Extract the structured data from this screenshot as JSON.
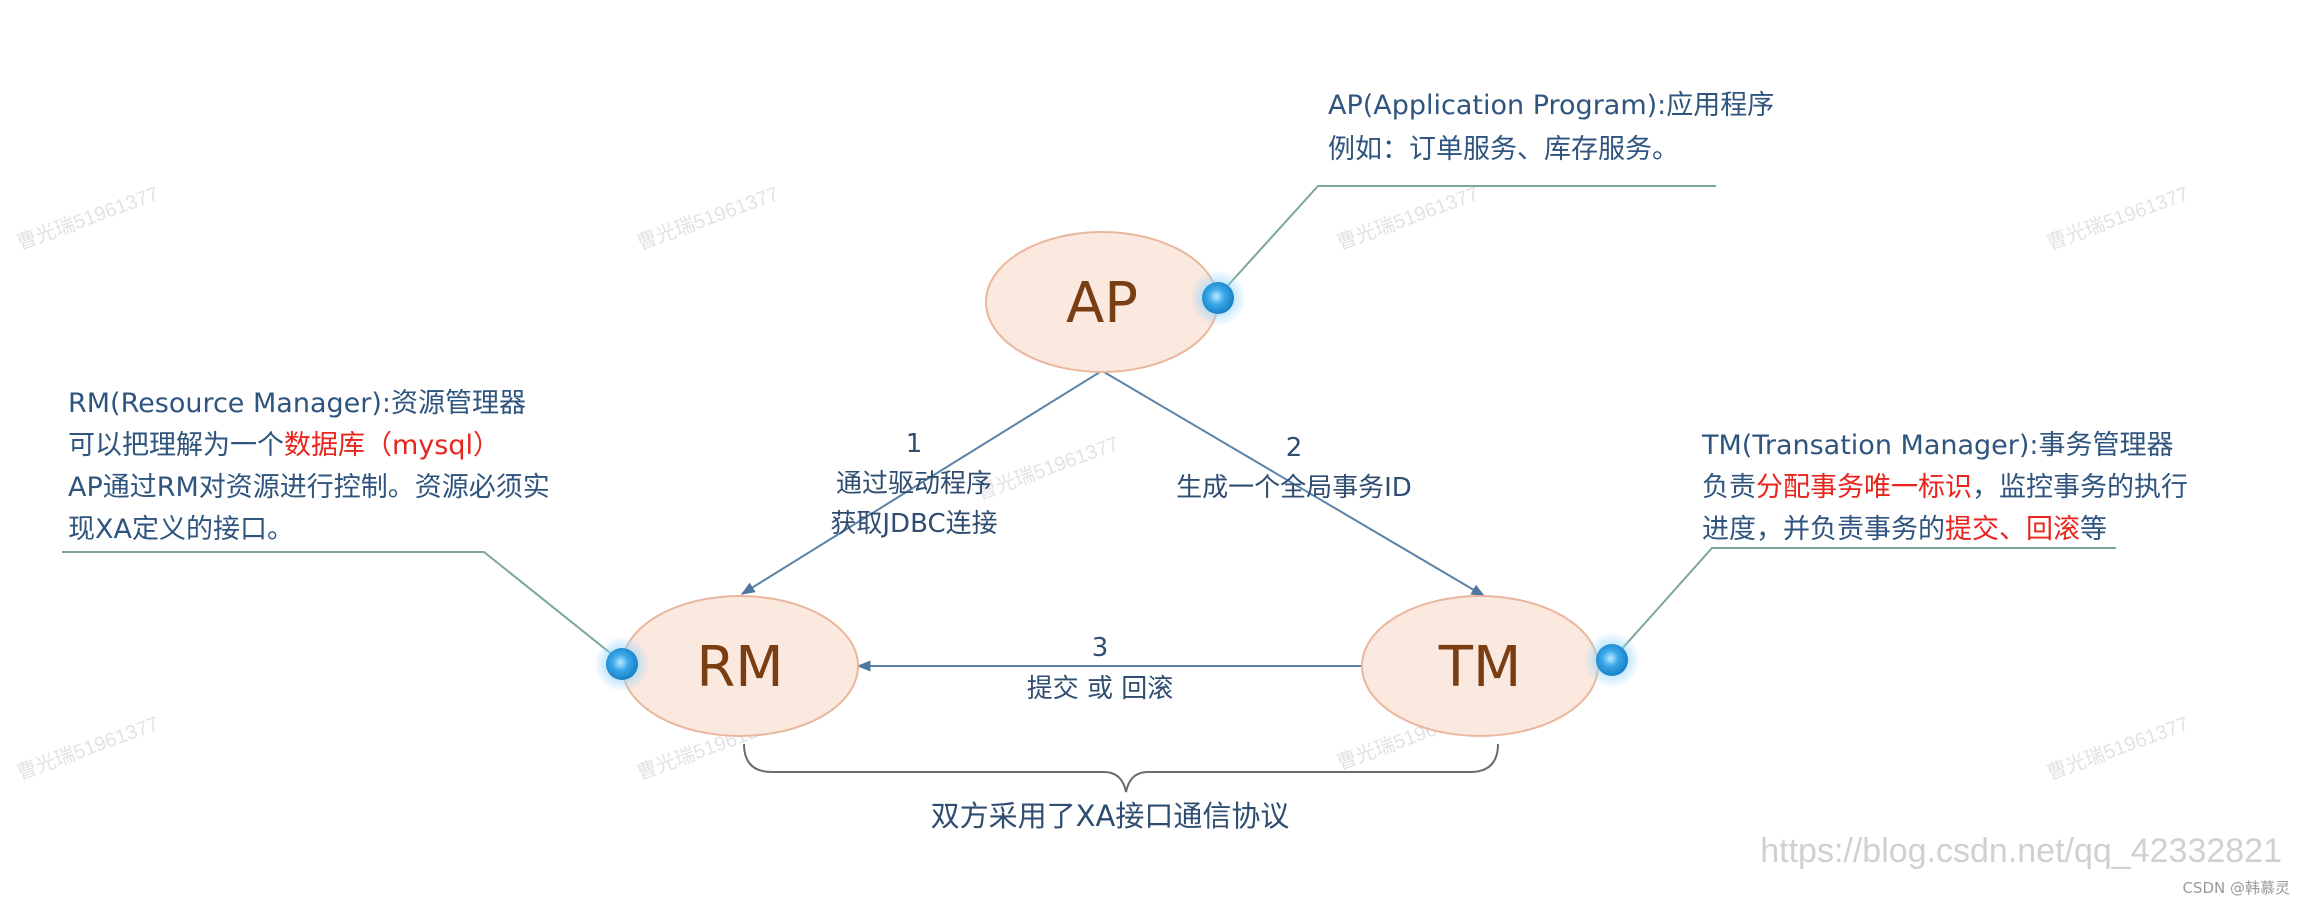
{
  "nodes": {
    "ap": "AP",
    "rm": "RM",
    "tm": "TM"
  },
  "notes": {
    "ap": {
      "line1": "AP(Application Program):应用程序",
      "line2": "例如：订单服务、库存服务。"
    },
    "rm": {
      "line1": "RM(Resource Manager):资源管理器",
      "line2_prefix": "可以把理解为一个",
      "line2_highlight": "数据库（mysql）",
      "line3": "AP通过RM对资源进行控制。资源必须实",
      "line4": "现XA定义的接口。"
    },
    "tm": {
      "line1": "TM(Transation Manager):事务管理器",
      "line2_prefix": "负责",
      "line2_highlight": "分配事务唯一标识",
      "line2_suffix": "，监控事务的执行",
      "line3_prefix": "进度，并负责事务的",
      "line3_highlight": "提交、回滚",
      "line3_suffix": "等"
    }
  },
  "edges": {
    "e1": {
      "number": "1",
      "line1": "通过驱动程序",
      "line2": "获取JDBC连接"
    },
    "e2": {
      "number": "2",
      "line1": "生成一个全局事务ID"
    },
    "e3": {
      "number": "3",
      "line1": "提交 或 回滚"
    }
  },
  "brace_label": "双方采用了XA接口通信协议",
  "watermark_url": "https://blog.csdn.net/qq_42332821",
  "watermark_small": "CSDN @韩慕灵",
  "colors": {
    "node_fill": "#fbe8de",
    "node_stroke": "#e9b79d",
    "node_text": "#7a3e14",
    "note_text": "#2f557f",
    "highlight": "#e8241c",
    "edge": "#5b83a8",
    "leader": "#7aa898",
    "dot": "#39a9e8"
  }
}
